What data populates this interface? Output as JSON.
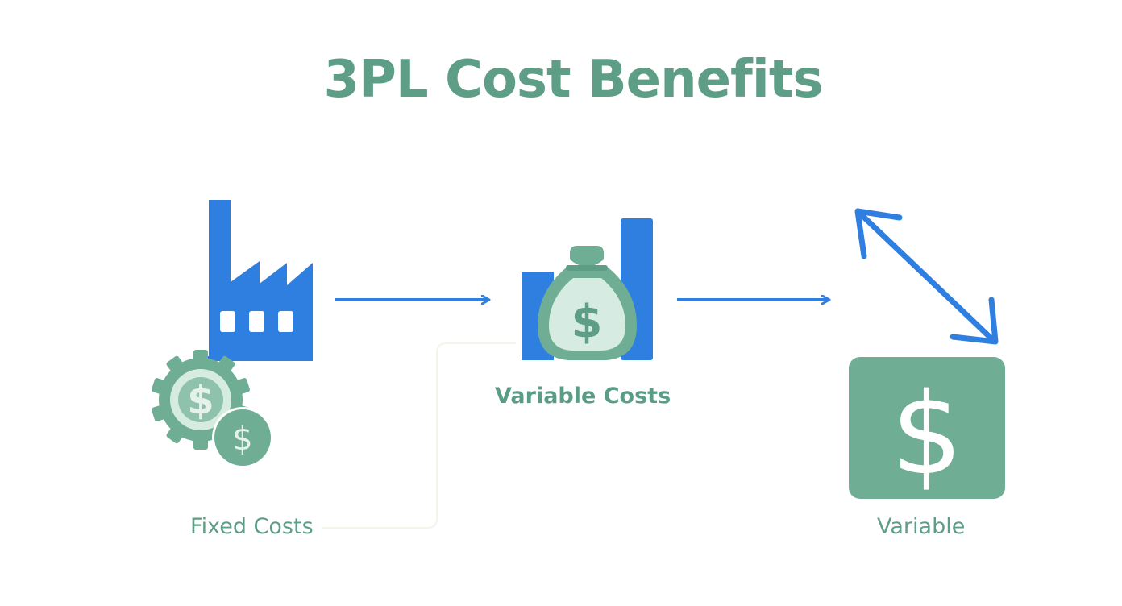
{
  "title": "3PL Cost Benefits",
  "nodes": {
    "fixed": {
      "label": "Fixed Costs",
      "icon": "factory-icon"
    },
    "variable_costs": {
      "label": "Variable Costs",
      "icon": "money-bag-icon"
    },
    "variable": {
      "label": "Variable",
      "icon": "dollar-icon"
    }
  },
  "colors": {
    "title_green": "#5e9e86",
    "icon_green": "#6fae95",
    "light_green": "#d6ebe1",
    "blue": "#2f7fe0"
  }
}
